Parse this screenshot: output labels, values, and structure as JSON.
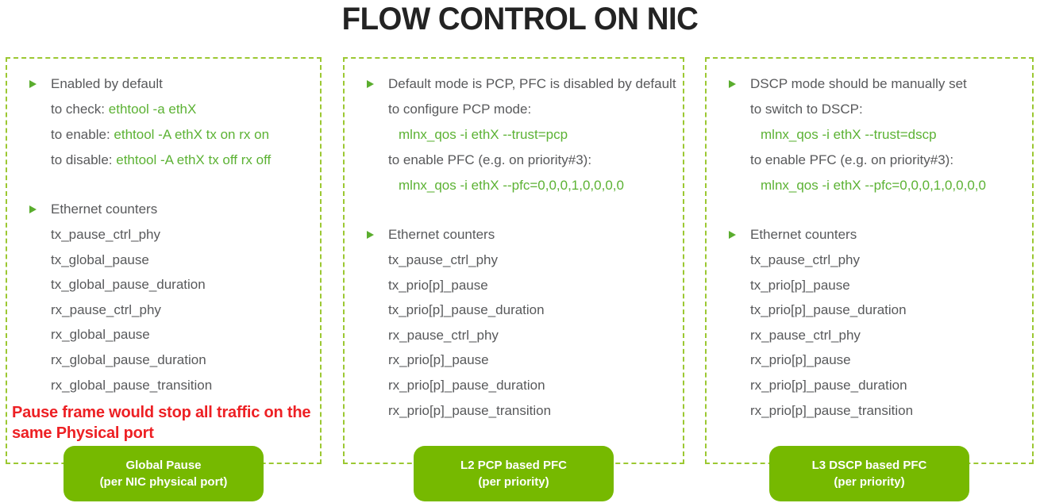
{
  "title": "FLOW CONTROL ON NIC",
  "colors": {
    "badge_green": "#76b900",
    "code_green": "#5cb234",
    "border_green": "#9cc832",
    "body_gray": "#58595b",
    "warning_red": "#ed2024"
  },
  "panels": [
    {
      "heading": "Enabled by default",
      "lines": [
        {
          "label": "to check: ",
          "code": "ethtool -a ethX"
        },
        {
          "label": "to enable: ",
          "code": "ethtool -A ethX tx on rx on"
        },
        {
          "label": "to disable: ",
          "code": "ethtool -A ethX tx off rx off"
        }
      ],
      "counters_heading": "Ethernet counters",
      "counters": [
        "tx_pause_ctrl_phy",
        "tx_global_pause",
        "tx_global_pause_duration",
        "rx_pause_ctrl_phy",
        "rx_global_pause",
        "rx_global_pause_duration",
        "rx_global_pause_transition"
      ],
      "warning": "Pause frame would stop all traffic on the same Physical port",
      "badge": {
        "line1": "Global Pause",
        "line2": "(per NIC physical port)"
      }
    },
    {
      "heading": "Default mode is PCP, PFC is disabled by default",
      "lines": [
        {
          "label": "to configure PCP mode:"
        },
        {
          "code": "mlnx_qos -i ethX --trust=pcp"
        },
        {
          "label": "to enable PFC (e.g. on priority#3):"
        },
        {
          "code": "mlnx_qos -i ethX --pfc=0,0,0,1,0,0,0,0"
        }
      ],
      "counters_heading": "Ethernet counters",
      "counters": [
        "tx_pause_ctrl_phy",
        "tx_prio[p]_pause",
        "tx_prio[p]_pause_duration",
        "rx_pause_ctrl_phy",
        "rx_prio[p]_pause",
        "rx_prio[p]_pause_duration",
        "rx_prio[p]_pause_transition"
      ],
      "badge": {
        "line1": "L2 PCP based PFC",
        "line2": "(per priority)"
      }
    },
    {
      "heading": "DSCP mode should be manually set",
      "lines": [
        {
          "label": "to switch to DSCP:"
        },
        {
          "code": "mlnx_qos -i ethX --trust=dscp"
        },
        {
          "label": "to enable PFC (e.g. on priority#3):"
        },
        {
          "code": "mlnx_qos -i ethX --pfc=0,0,0,1,0,0,0,0"
        }
      ],
      "counters_heading": "Ethernet counters",
      "counters": [
        "tx_pause_ctrl_phy",
        "tx_prio[p]_pause",
        "tx_prio[p]_pause_duration",
        "rx_pause_ctrl_phy",
        "rx_prio[p]_pause",
        "rx_prio[p]_pause_duration",
        "rx_prio[p]_pause_transition"
      ],
      "badge": {
        "line1": "L3 DSCP based PFC",
        "line2": "(per priority)"
      }
    }
  ]
}
